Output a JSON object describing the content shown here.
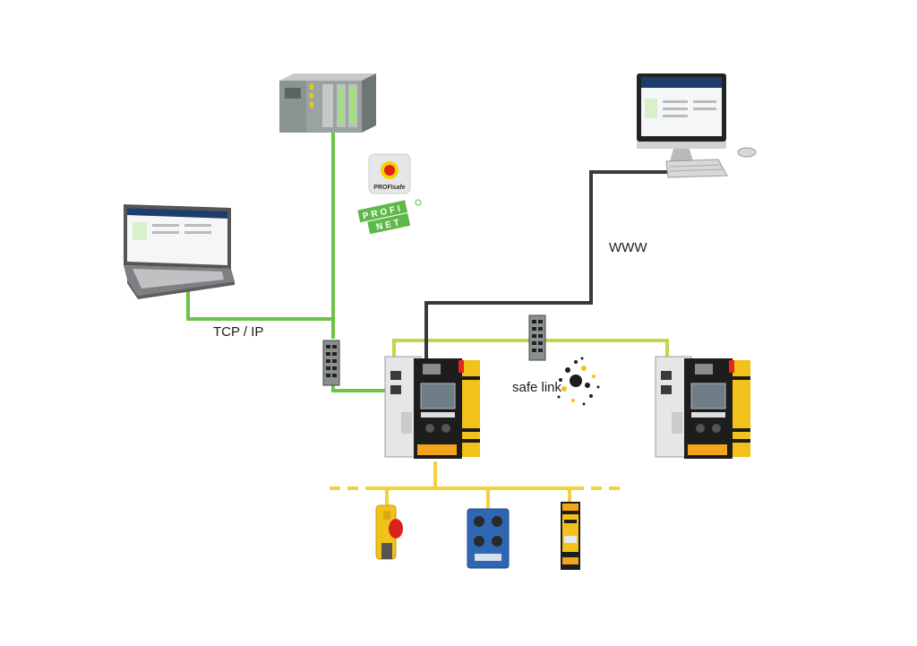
{
  "labels": {
    "tcp_ip": "TCP / IP",
    "www": "WWW",
    "safe_link": "safe link"
  },
  "logos": {
    "profisafe": "PROFIsafe",
    "profinet_top": "PROFI",
    "profinet_bottom": "NET"
  },
  "colors": {
    "profinet_line": "#6cc24a",
    "safe_link_line": "#bcd94a",
    "www_line": "#3a3a3a",
    "asi_bus": "#f3d13a",
    "gateway_yellow": "#f2c21b",
    "module_blue": "#2f67b2"
  },
  "icons": [
    "plc-icon",
    "profisafe-logo",
    "profinet-logo",
    "laptop-icon",
    "desktop-computer-icon",
    "network-switch-icon",
    "safety-gateway-icon",
    "safe-link-icon",
    "emergency-stop-icon",
    "io-module-icon",
    "safety-relay-icon"
  ]
}
